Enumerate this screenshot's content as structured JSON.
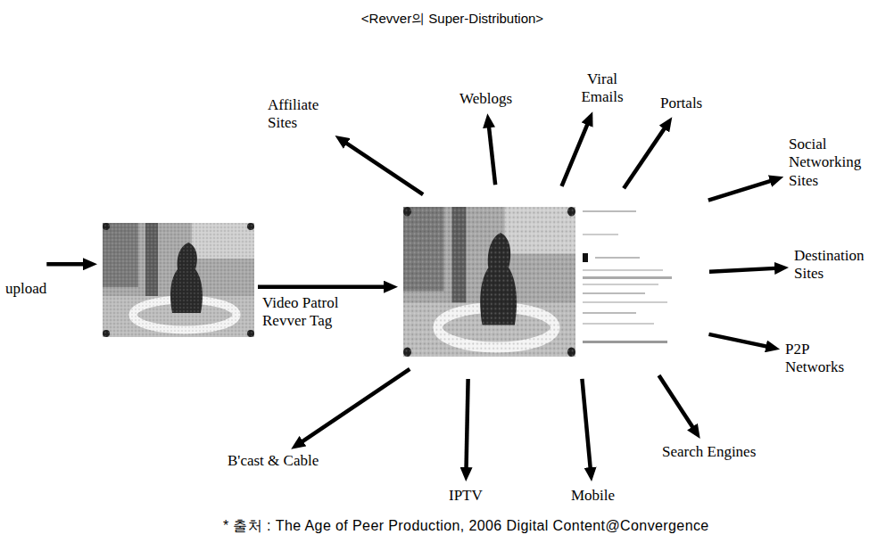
{
  "diagram": {
    "title": "<Revver의 Super-Distribution>",
    "caption": "* 출처 : The Age of Peer Production, 2006 Digital Content@Convergence",
    "nodes": [
      {
        "text": [
          "upload"
        ]
      },
      {
        "text": []
      },
      {
        "text": []
      },
      {
        "text": [
          "Affiliate Sites"
        ]
      },
      {
        "text": [
          "Weblogs"
        ]
      },
      {
        "text": [
          "Viral Emails"
        ]
      },
      {
        "text": [
          "Portals"
        ]
      },
      {
        "text": [
          "Social Networking Sites"
        ]
      },
      {
        "text": [
          "Destination Sites"
        ]
      },
      {
        "text": [
          "P2P Networks"
        ]
      },
      {
        "text": [
          "B'cast & Cable"
        ]
      },
      {
        "text": [
          "IPTV"
        ]
      },
      {
        "text": [
          "Mobile"
        ]
      },
      {
        "text": [
          "Search Engines"
        ]
      }
    ],
    "edges": [
      {
        "from": 0,
        "to": 1,
        "arrow": "to"
      },
      {
        "from": 1,
        "to": 2,
        "label": "Video Patrol Revver Tag",
        "arrow": "to"
      },
      {
        "from": 2,
        "to": 3,
        "arrow": "to"
      },
      {
        "from": 2,
        "to": 4,
        "arrow": "to"
      },
      {
        "from": 2,
        "to": 5,
        "arrow": "to"
      },
      {
        "from": 2,
        "to": 6,
        "arrow": "to"
      },
      {
        "from": 2,
        "to": 7,
        "arrow": "to"
      },
      {
        "from": 2,
        "to": 8,
        "arrow": "to"
      },
      {
        "from": 2,
        "to": 9,
        "arrow": "to"
      },
      {
        "from": 2,
        "to": 10,
        "arrow": "to"
      },
      {
        "from": 2,
        "to": 11,
        "arrow": "to"
      },
      {
        "from": 2,
        "to": 12,
        "arrow": "to"
      },
      {
        "from": 2,
        "to": 13,
        "arrow": "to"
      }
    ]
  }
}
